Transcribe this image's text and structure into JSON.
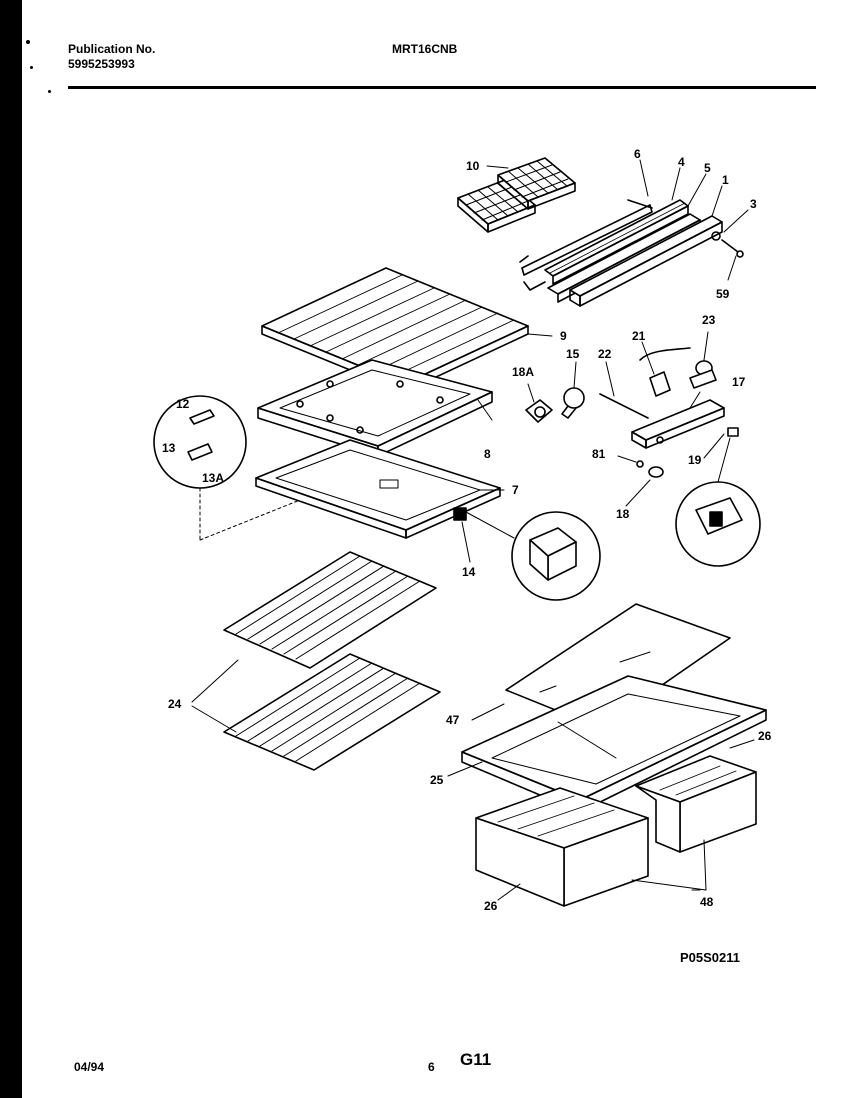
{
  "header": {
    "publication_label": "Publication No.",
    "publication_number": "5995253993",
    "model": "MRT16CNB"
  },
  "drawing_code": "P05S0211",
  "footer": {
    "date": "04/94",
    "page": "6",
    "section": "G11"
  },
  "callouts": {
    "c10": "10",
    "c6": "6",
    "c4": "4",
    "c5": "5",
    "c1": "1",
    "c3": "3",
    "c59": "59",
    "c9": "9",
    "c21": "21",
    "c23": "23",
    "c18a": "18A",
    "c15": "15",
    "c22": "22",
    "c17": "17",
    "c12": "12",
    "c13": "13",
    "c13a": "13A",
    "c8": "8",
    "c81": "81",
    "c19": "19",
    "c7": "7",
    "c18": "18",
    "c14": "14",
    "c24": "24",
    "c47": "47",
    "c25": "25",
    "c26a": "26",
    "c26b": "26",
    "c48": "48"
  }
}
